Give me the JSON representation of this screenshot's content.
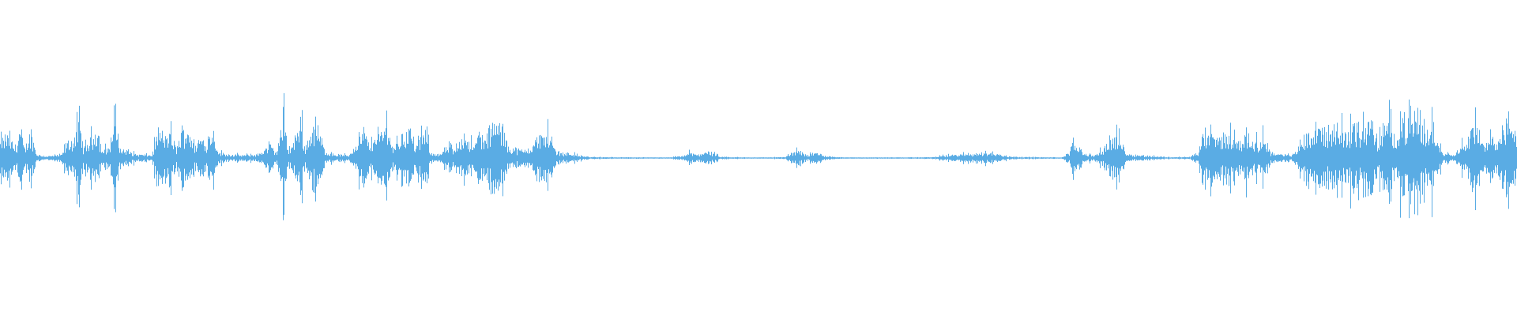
{
  "waveform": {
    "color": "#5aace4",
    "background": "#ffffff",
    "envelope": [
      [
        0.0,
        0.18
      ],
      [
        0.005,
        0.24
      ],
      [
        0.01,
        0.1
      ],
      [
        0.013,
        0.32
      ],
      [
        0.016,
        0.08
      ],
      [
        0.02,
        0.3
      ],
      [
        0.024,
        0.04
      ],
      [
        0.03,
        0.02
      ],
      [
        0.04,
        0.03
      ],
      [
        0.044,
        0.16
      ],
      [
        0.048,
        0.2
      ],
      [
        0.052,
        0.38
      ],
      [
        0.055,
        0.1
      ],
      [
        0.06,
        0.22
      ],
      [
        0.064,
        0.34
      ],
      [
        0.067,
        0.08
      ],
      [
        0.072,
        0.12
      ],
      [
        0.076,
        0.48
      ],
      [
        0.079,
        0.1
      ],
      [
        0.083,
        0.08
      ],
      [
        0.09,
        0.04
      ],
      [
        0.1,
        0.03
      ],
      [
        0.104,
        0.3
      ],
      [
        0.108,
        0.22
      ],
      [
        0.112,
        0.28
      ],
      [
        0.116,
        0.1
      ],
      [
        0.12,
        0.3
      ],
      [
        0.124,
        0.34
      ],
      [
        0.128,
        0.12
      ],
      [
        0.132,
        0.22
      ],
      [
        0.136,
        0.18
      ],
      [
        0.14,
        0.34
      ],
      [
        0.144,
        0.06
      ],
      [
        0.15,
        0.04
      ],
      [
        0.16,
        0.03
      ],
      [
        0.17,
        0.04
      ],
      [
        0.178,
        0.14
      ],
      [
        0.182,
        0.06
      ],
      [
        0.187,
        0.44
      ],
      [
        0.19,
        0.1
      ],
      [
        0.194,
        0.18
      ],
      [
        0.198,
        0.46
      ],
      [
        0.201,
        0.1
      ],
      [
        0.206,
        0.36
      ],
      [
        0.21,
        0.3
      ],
      [
        0.214,
        0.08
      ],
      [
        0.22,
        0.04
      ],
      [
        0.23,
        0.03
      ],
      [
        0.236,
        0.2
      ],
      [
        0.24,
        0.3
      ],
      [
        0.244,
        0.1
      ],
      [
        0.248,
        0.34
      ],
      [
        0.252,
        0.22
      ],
      [
        0.255,
        0.5
      ],
      [
        0.258,
        0.12
      ],
      [
        0.262,
        0.18
      ],
      [
        0.266,
        0.28
      ],
      [
        0.27,
        0.32
      ],
      [
        0.274,
        0.12
      ],
      [
        0.28,
        0.3
      ],
      [
        0.284,
        0.06
      ],
      [
        0.29,
        0.04
      ],
      [
        0.296,
        0.12
      ],
      [
        0.3,
        0.08
      ],
      [
        0.305,
        0.28
      ],
      [
        0.308,
        0.24
      ],
      [
        0.312,
        0.1
      ],
      [
        0.316,
        0.3
      ],
      [
        0.32,
        0.18
      ],
      [
        0.324,
        0.36
      ],
      [
        0.328,
        0.38
      ],
      [
        0.332,
        0.26
      ],
      [
        0.336,
        0.12
      ],
      [
        0.344,
        0.08
      ],
      [
        0.35,
        0.12
      ],
      [
        0.354,
        0.22
      ],
      [
        0.358,
        0.24
      ],
      [
        0.362,
        0.3
      ],
      [
        0.366,
        0.08
      ],
      [
        0.372,
        0.05
      ],
      [
        0.376,
        0.06
      ],
      [
        0.38,
        0.03
      ],
      [
        0.39,
        0.01
      ],
      [
        0.42,
        0.005
      ],
      [
        0.44,
        0.005
      ],
      [
        0.45,
        0.02
      ],
      [
        0.455,
        0.06
      ],
      [
        0.46,
        0.03
      ],
      [
        0.465,
        0.08
      ],
      [
        0.47,
        0.05
      ],
      [
        0.475,
        0.01
      ],
      [
        0.5,
        0.005
      ],
      [
        0.518,
        0.01
      ],
      [
        0.522,
        0.06
      ],
      [
        0.528,
        0.08
      ],
      [
        0.532,
        0.03
      ],
      [
        0.536,
        0.06
      ],
      [
        0.54,
        0.05
      ],
      [
        0.545,
        0.02
      ],
      [
        0.56,
        0.005
      ],
      [
        0.6,
        0.005
      ],
      [
        0.615,
        0.01
      ],
      [
        0.625,
        0.03
      ],
      [
        0.635,
        0.04
      ],
      [
        0.645,
        0.05
      ],
      [
        0.652,
        0.06
      ],
      [
        0.658,
        0.04
      ],
      [
        0.664,
        0.02
      ],
      [
        0.675,
        0.01
      ],
      [
        0.7,
        0.005
      ],
      [
        0.705,
        0.06
      ],
      [
        0.708,
        0.16
      ],
      [
        0.712,
        0.12
      ],
      [
        0.716,
        0.04
      ],
      [
        0.722,
        0.03
      ],
      [
        0.728,
        0.1
      ],
      [
        0.732,
        0.22
      ],
      [
        0.736,
        0.24
      ],
      [
        0.74,
        0.14
      ],
      [
        0.744,
        0.04
      ],
      [
        0.752,
        0.03
      ],
      [
        0.77,
        0.01
      ],
      [
        0.784,
        0.01
      ],
      [
        0.79,
        0.06
      ],
      [
        0.794,
        0.22
      ],
      [
        0.798,
        0.28
      ],
      [
        0.802,
        0.2
      ],
      [
        0.806,
        0.24
      ],
      [
        0.81,
        0.26
      ],
      [
        0.814,
        0.22
      ],
      [
        0.818,
        0.18
      ],
      [
        0.822,
        0.26
      ],
      [
        0.826,
        0.2
      ],
      [
        0.83,
        0.16
      ],
      [
        0.834,
        0.24
      ],
      [
        0.838,
        0.06
      ],
      [
        0.844,
        0.04
      ],
      [
        0.852,
        0.03
      ],
      [
        0.858,
        0.16
      ],
      [
        0.862,
        0.32
      ],
      [
        0.865,
        0.22
      ],
      [
        0.868,
        0.4
      ],
      [
        0.872,
        0.36
      ],
      [
        0.876,
        0.22
      ],
      [
        0.88,
        0.38
      ],
      [
        0.884,
        0.34
      ],
      [
        0.888,
        0.24
      ],
      [
        0.892,
        0.38
      ],
      [
        0.896,
        0.28
      ],
      [
        0.9,
        0.36
      ],
      [
        0.904,
        0.44
      ],
      [
        0.908,
        0.16
      ],
      [
        0.912,
        0.32
      ],
      [
        0.916,
        0.4
      ],
      [
        0.92,
        0.24
      ],
      [
        0.924,
        0.42
      ],
      [
        0.928,
        0.42
      ],
      [
        0.932,
        0.36
      ],
      [
        0.936,
        0.46
      ],
      [
        0.94,
        0.26
      ],
      [
        0.944,
        0.4
      ],
      [
        0.948,
        0.16
      ],
      [
        0.952,
        0.06
      ],
      [
        0.958,
        0.04
      ],
      [
        0.964,
        0.14
      ],
      [
        0.968,
        0.22
      ],
      [
        0.972,
        0.42
      ],
      [
        0.976,
        0.18
      ],
      [
        0.98,
        0.12
      ],
      [
        0.984,
        0.26
      ],
      [
        0.988,
        0.2
      ],
      [
        0.992,
        0.34
      ],
      [
        0.996,
        0.4
      ],
      [
        1.0,
        0.3
      ]
    ]
  }
}
